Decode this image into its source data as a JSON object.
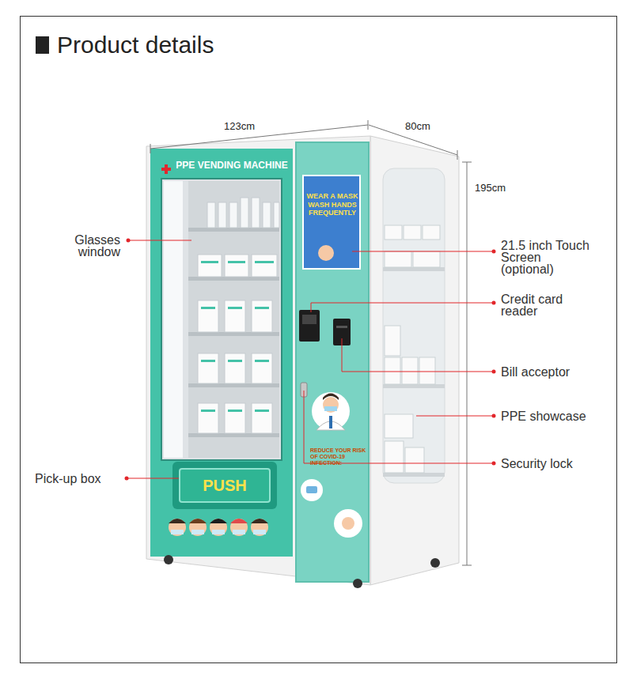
{
  "diagram": {
    "title": "Product details",
    "nodes": [
      {
        "text": [
          "PPE VENDING MACHINE"
        ]
      },
      {
        "text": [
          "WEAR A MASK WASH HANDS FREQUENTLY"
        ]
      },
      {
        "text": [
          "PUSH"
        ]
      }
    ],
    "labels": [
      "123cm",
      "80cm",
      "195cm",
      "Glasses window",
      "21.5 inch Touch Screen (optional)",
      "Credit card reader",
      "Bill acceptor",
      "PPE showcase",
      "Security lock",
      "Pick-up box",
      "REDUCE YOUR RISK OF COVID-19 INFECTION:"
    ]
  }
}
